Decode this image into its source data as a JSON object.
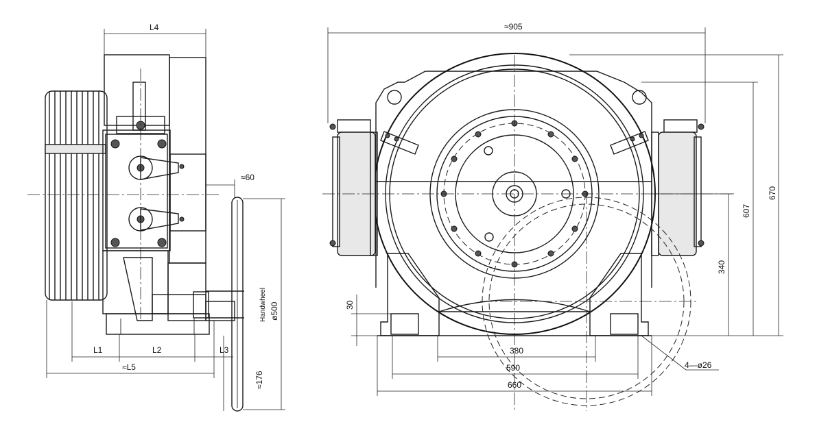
{
  "side_view": {
    "dim_L4": "L4",
    "dim_60": "≈60",
    "dim_L1": "L1",
    "dim_L2": "L2",
    "dim_L3": "L3",
    "dim_L5": "≈L5",
    "dim_176": "≈176",
    "handwheel_label": "Handwheel",
    "handwheel_dia": "ø500"
  },
  "front_view": {
    "dim_905": "≈905",
    "dim_670": "670",
    "dim_607": "607",
    "dim_340": "340",
    "dim_30": "30",
    "dim_380": "380",
    "dim_590": "590",
    "dim_660": "660",
    "holes_label": "4—ø26"
  }
}
